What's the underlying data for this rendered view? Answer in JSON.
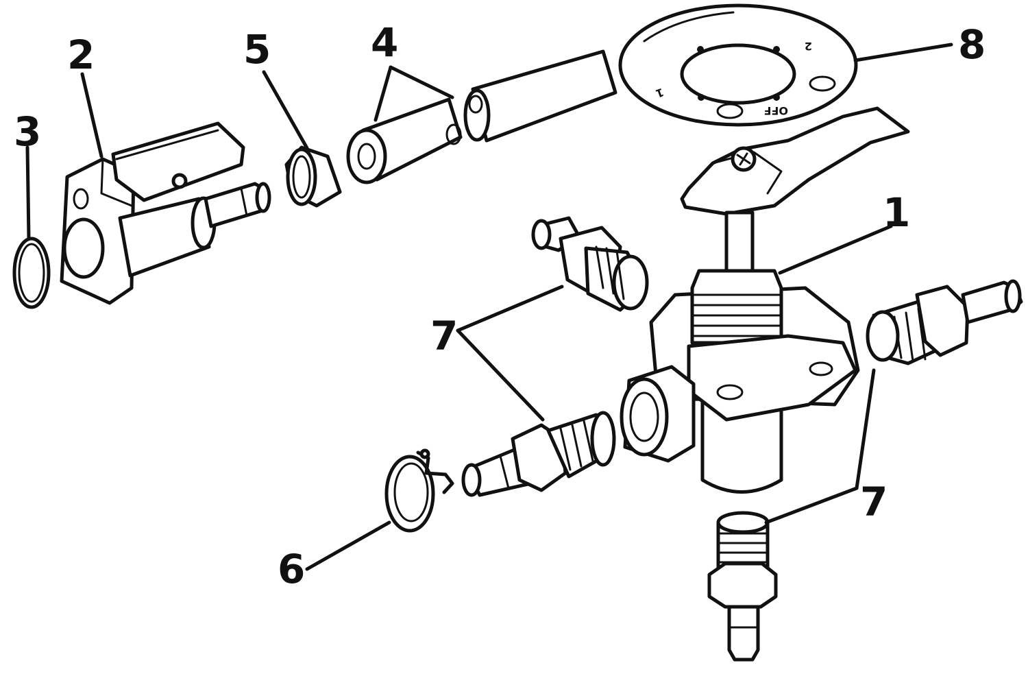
{
  "callouts": {
    "c1": "1",
    "c2": "2",
    "c3": "3",
    "c4": "4",
    "c5": "5",
    "c6": "6",
    "c7a": "7",
    "c7b": "7",
    "c8": "8"
  },
  "dial": {
    "off_label": "OFF",
    "mark_1": "1",
    "mark_2": "2"
  },
  "colors": {
    "ink": "#111111",
    "paper": "#ffffff"
  }
}
